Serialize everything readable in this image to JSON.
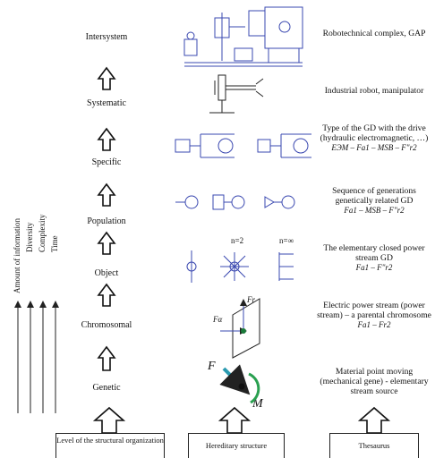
{
  "axes": [
    "Amount of information",
    "Diversity",
    "Complexity",
    "Time"
  ],
  "levels": [
    "Intersystem",
    "Systematic",
    "Specific",
    "Population",
    "Object",
    "Chromosomal",
    "Genetic"
  ],
  "thesaurus": [
    {
      "text": "Robotechnical complex, GAP",
      "formula": ""
    },
    {
      "text": "Industrial robot, manipulator",
      "formula": ""
    },
    {
      "text": "Type of the GD with the drive (hydraulic electromagnetic, …)",
      "formula": "EЭM – Fa1 – MSB – F\"r2"
    },
    {
      "text": "Sequence of generations genetically related GD",
      "formula": "Fa1 – MSB – F\"r2"
    },
    {
      "text": "The elementary closed power stream GD",
      "formula": "Fa1 – F\"r2"
    },
    {
      "text": "Electric power stream (power stream) – a parental chromosome",
      "formula": "Fa1 – Fr2"
    },
    {
      "text": "Material point moving (mechanical gene) - elementary stream source",
      "formula": ""
    }
  ],
  "object_labels": {
    "n2": "n=2",
    "ninf": "n=∞"
  },
  "chromosome_labels": {
    "fa": "Fα",
    "fr": "Fr"
  },
  "gene_labels": {
    "f": "F",
    "m": "M"
  },
  "footer": {
    "left": "Level of the structural organization",
    "middle": "Hereditary structure",
    "right": "Thesaurus"
  }
}
